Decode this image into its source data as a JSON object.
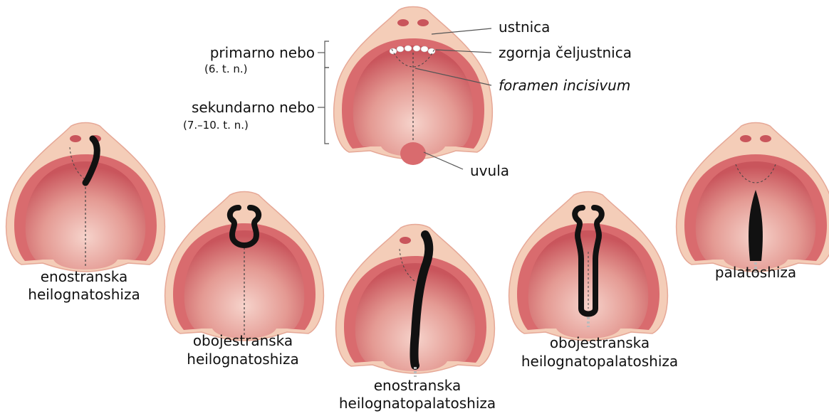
{
  "labels": {
    "ustnica": "ustnica",
    "zgornja": "zgornja čeljustnica",
    "foramen": "foramen incisivum",
    "uvula": "uvula",
    "primarno": "primarno nebo",
    "primarno_sub": "(6. t. n.)",
    "sekundarno": "sekundarno nebo",
    "sekundarno_sub": "(7.–10. t. n.)"
  },
  "variants": [
    {
      "line1": "enostranska",
      "line2": "heilognatoshiza"
    },
    {
      "line1": "obojestranska",
      "line2": "heilognatoshiza"
    },
    {
      "line1": "enostranska",
      "line2": "heilognatopalatoshiza"
    },
    {
      "line1": "obojestranska",
      "line2": "heilognatopalatoshiza"
    },
    {
      "line1": "palatoshiza",
      "line2": ""
    }
  ],
  "colors": {
    "skin": "#f4cdb8",
    "skin_dark": "#e9a995",
    "palate": "#d96b6e",
    "palate_light": "#f3b9b1",
    "cleft": "#111111"
  }
}
